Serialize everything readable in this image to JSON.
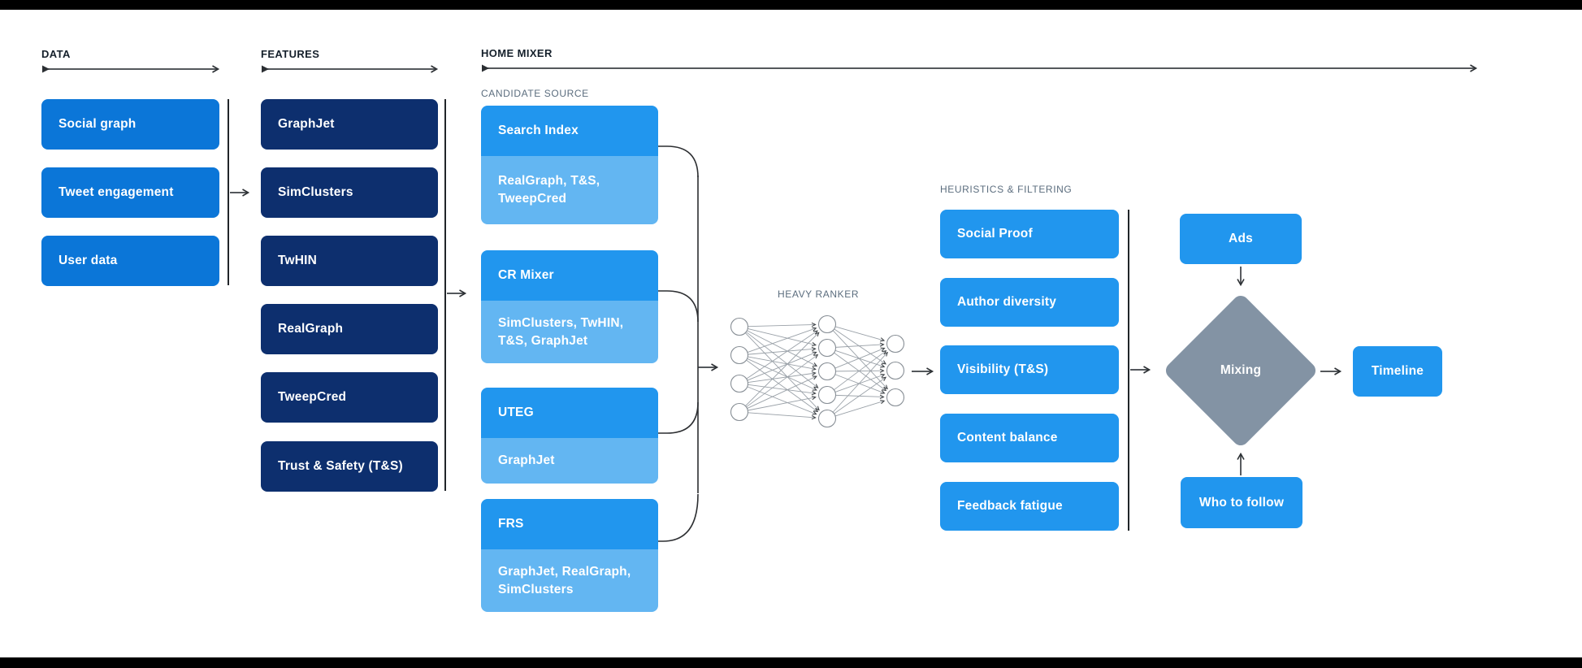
{
  "colors": {
    "background": "#ffffff",
    "letterbox": "#000000",
    "data_box_blue": "#0b76d8",
    "feature_box_navy": "#0d2f6e",
    "bright_blue": "#2196ee",
    "light_blue": "#63b6f2",
    "mixing_diamond_gray": "#8393a4",
    "heading_text": "#15202b",
    "subheading_text": "#5b6d7e",
    "box_text": "#ffffff",
    "connector": "#3c4044"
  },
  "sections": {
    "data": {
      "heading": "DATA",
      "items": [
        "Social graph",
        "Tweet engagement",
        "User data"
      ]
    },
    "features": {
      "heading": "FEATURES",
      "items": [
        "GraphJet",
        "SimClusters",
        "TwHIN",
        "RealGraph",
        "TweepCred",
        "Trust & Safety (T&S)"
      ]
    },
    "home_mixer": {
      "heading": "HOME MIXER",
      "candidate_source": {
        "heading": "CANDIDATE SOURCE",
        "items": [
          {
            "name": "Search Index",
            "sources": "RealGraph, T&S, TweepCred"
          },
          {
            "name": "CR Mixer",
            "sources": "SimClusters, TwHIN, T&S, GraphJet"
          },
          {
            "name": "UTEG",
            "sources": "GraphJet"
          },
          {
            "name": "FRS",
            "sources": "GraphJet, RealGraph, SimClusters"
          }
        ]
      },
      "heavy_ranker": {
        "heading": "HEAVY RANKER",
        "layers": [
          4,
          5,
          3
        ]
      },
      "heuristics": {
        "heading": "HEURISTICS & FILTERING",
        "items": [
          "Social Proof",
          "Author diversity",
          "Visibility (T&S)",
          "Content balance",
          "Feedback fatigue"
        ]
      },
      "mixing": {
        "label": "Mixing"
      },
      "ads": {
        "label": "Ads"
      },
      "who_to_follow": {
        "label": "Who to follow"
      },
      "timeline": {
        "label": "Timeline"
      }
    }
  }
}
